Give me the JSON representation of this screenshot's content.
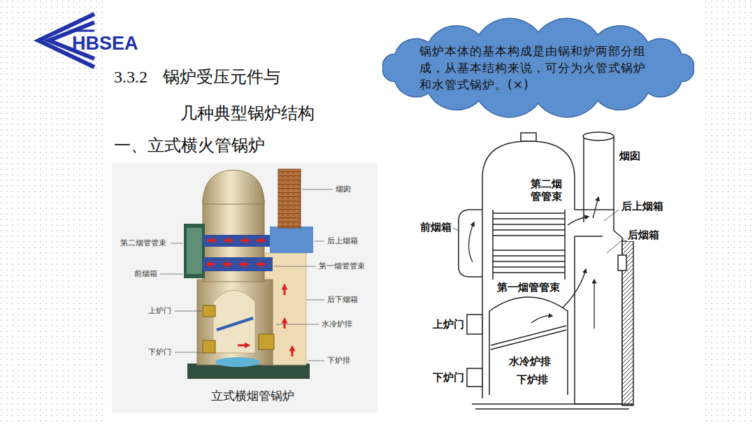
{
  "diagram": {
    "title": "3.3.2 锅炉受压元件与 几种典型锅炉结构",
    "caption": "立式横烟管锅炉",
    "nodes": [
      {
        "text": [
          "锅炉本体的基本构成是由锅和炉两部分组 成，从基本结构来说，可分为火管式锅炉 和水管式锅炉。(×)"
        ]
      }
    ],
    "labels": [
      "HBSEA",
      "一、立式横火管锅炉",
      "烟囱",
      "第二烟管管束",
      "后上烟箱",
      "前烟箱",
      "第一烟管管束",
      "后下烟箱",
      "上炉门",
      "水冷炉排",
      "下炉门",
      "下炉排",
      "烟囱",
      "第二烟 管管束",
      "前烟箱",
      "后上烟箱",
      "后烟箱",
      "第一烟管管束",
      "上炉门",
      "水冷炉排",
      "下炉门",
      "下炉排"
    ]
  }
}
